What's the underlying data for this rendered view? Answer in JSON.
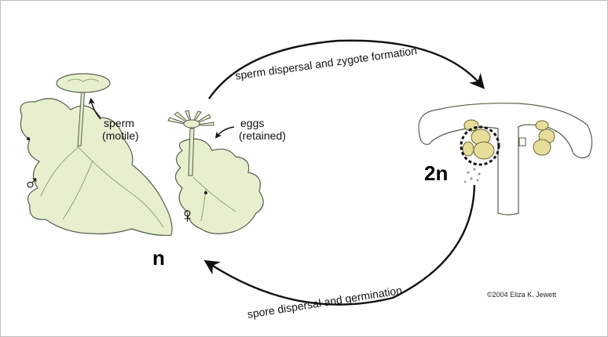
{
  "labels": {
    "top_arrow": "sperm dispersal and zygote formation",
    "bottom_arrow": "spore dispersal and germination",
    "sperm_line1": "sperm",
    "sperm_line2": "(motile)",
    "eggs_line1": "eggs",
    "eggs_line2": "(retained)",
    "haploid": "n",
    "diploid": "2n",
    "male_symbol": "♂",
    "female_symbol": "♀",
    "credit": "©2004 Eliza K. Jewett"
  },
  "colors": {
    "plant_fill": "#e6f0cf",
    "plant_stroke": "#55604a",
    "sporophyte_fill": "#e6dd9a",
    "line": "#111111"
  }
}
